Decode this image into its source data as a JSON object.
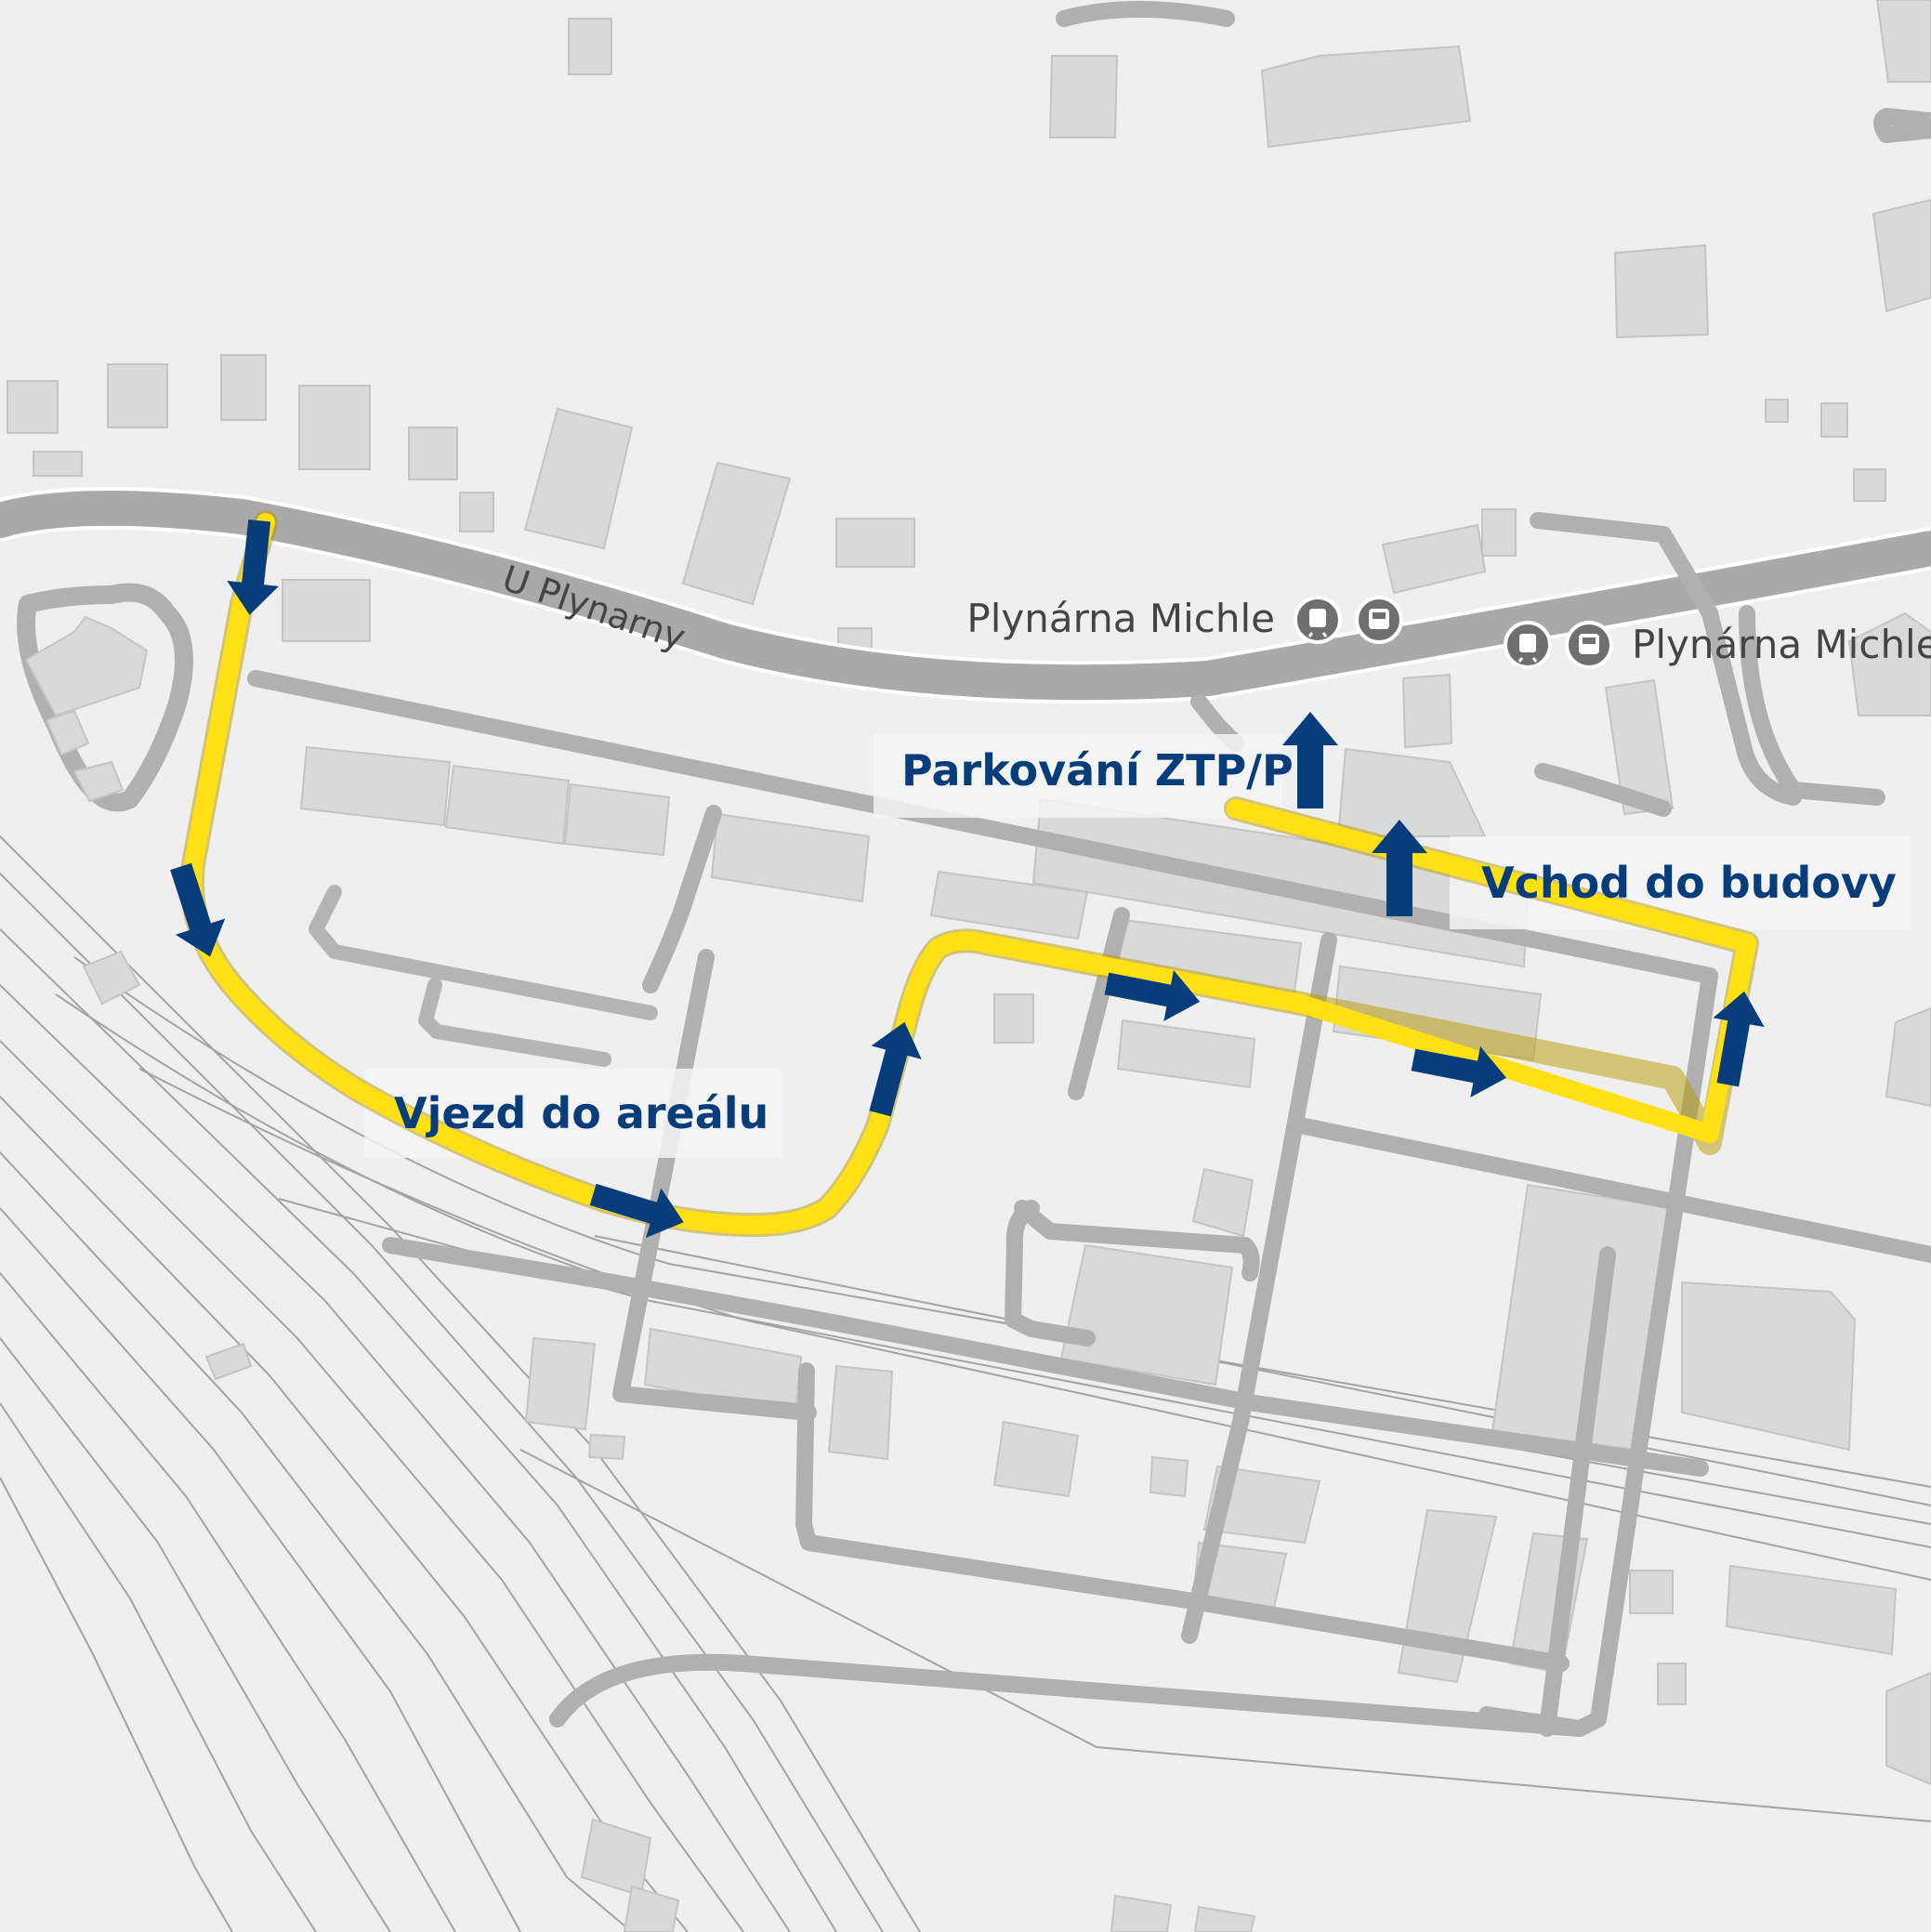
{
  "street": {
    "name": "U Plynarny"
  },
  "stops": [
    {
      "name": "Plynárna Michle",
      "icons": [
        "tram-icon",
        "bus-icon"
      ]
    },
    {
      "name": "Plynárna Michle",
      "icons": [
        "tram-icon",
        "bus-icon"
      ]
    }
  ],
  "callouts": {
    "entry": "Vjezd do areálu",
    "parking": "Parkování ZTP/P",
    "entrance": "Vchod do budovy"
  },
  "colors": {
    "background": "#efefef",
    "building": "#d9d9d9",
    "road": "#a9a9a9",
    "rail": "#a0a0a0",
    "route": "#ffe014",
    "arrow": "#073d7a",
    "stop_icon": "#6f6f6f"
  },
  "icons": {
    "route_arrow": "arrow-icon"
  }
}
